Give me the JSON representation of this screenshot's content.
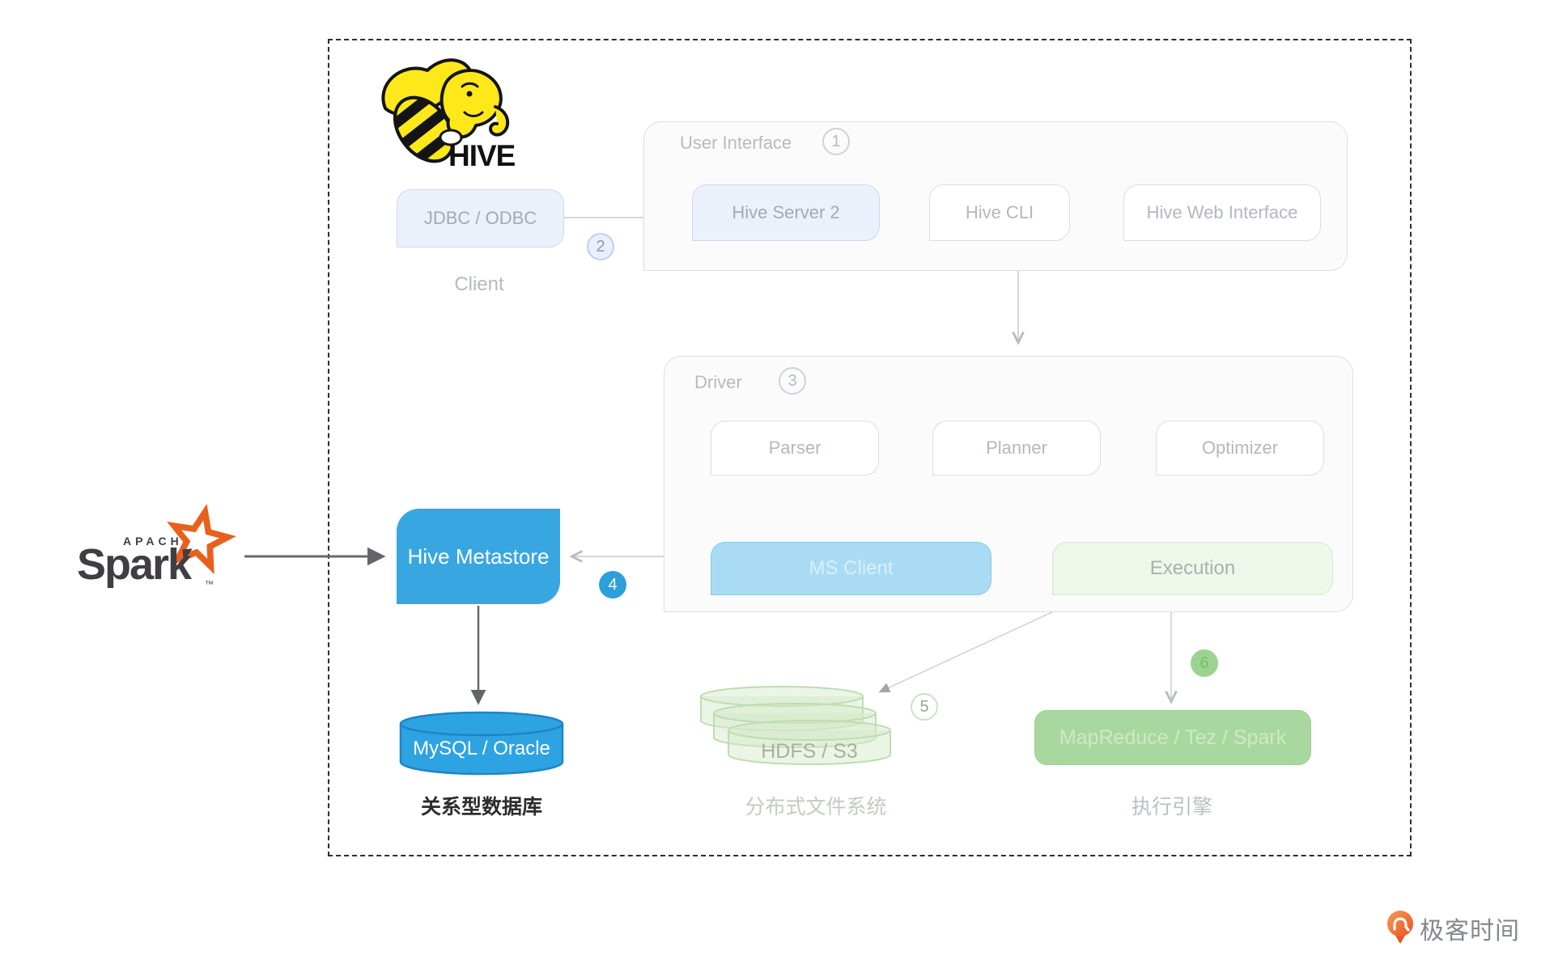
{
  "hive": {
    "logo_text": "HIVE"
  },
  "client": {
    "jdbc_odbc": "JDBC / ODBC",
    "label": "Client"
  },
  "badges": {
    "b1": "1",
    "b2": "2",
    "b3": "3",
    "b4": "4",
    "b5": "5",
    "b6": "6"
  },
  "user_interface": {
    "title": "User Interface",
    "hive_server_2": "Hive Server 2",
    "hive_cli": "Hive CLI",
    "hive_web_interface": "Hive Web Interface"
  },
  "driver": {
    "title": "Driver",
    "parser": "Parser",
    "planner": "Planner",
    "optimizer": "Optimizer",
    "ms_client": "MS Client",
    "execution": "Execution"
  },
  "metastore": {
    "name": "Hive Metastore",
    "database": "MySQL / Oracle",
    "database_label": "关系型数据库"
  },
  "storage": {
    "name": "HDFS / S3",
    "label": "分布式文件系统"
  },
  "engine": {
    "name": "MapReduce / Tez / Spark",
    "label": "执行引擎"
  },
  "spark": {
    "apache": "APACHE",
    "name": "Spark",
    "tm": "™"
  },
  "footer": {
    "brand": "极客时间"
  },
  "icons": {
    "hive_mascot": "bee-elephant",
    "spark_star": "star-outline",
    "database": "cylinder-stack",
    "geektime": "orange-pin"
  },
  "colors": {
    "accent_blue": "#38a7e1",
    "light_blue": "#a9dcf4",
    "engine_green": "#a8d89f",
    "light_green": "#eff7eb",
    "hive_yellow": "#ffe81a",
    "spark_orange": "#e8611c",
    "geektime_orange": "#ee6a29",
    "faded_gray_text": "#b2b8c0",
    "dark_arrow": "#66686c"
  }
}
